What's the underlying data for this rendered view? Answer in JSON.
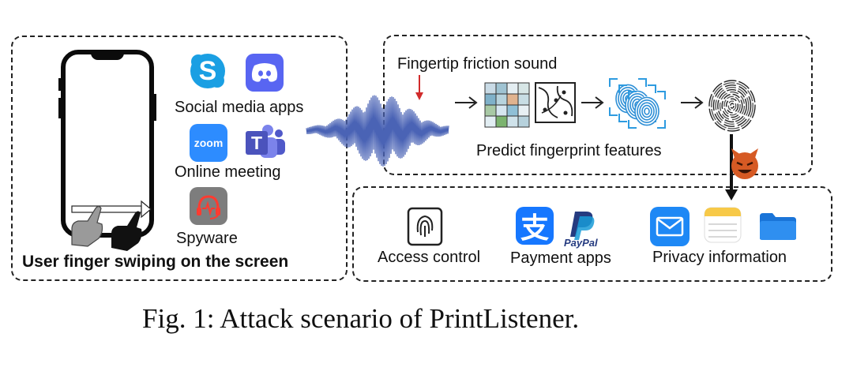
{
  "left_panel": {
    "social_label": "Social media apps",
    "meeting_label": "Online meeting",
    "spyware_label": "Spyware",
    "bottom_label": "User finger swiping on the screen",
    "icons": [
      "skype-icon",
      "discord-icon",
      "zoom-icon",
      "teams-icon",
      "spyware-icon"
    ],
    "zoom_text": "zoom",
    "skype_letter": "S",
    "teams_letter": "T"
  },
  "top_panel": {
    "sound_label": "Fingertip friction sound",
    "predict_label": "Predict fingerprint features"
  },
  "bottom_panel": {
    "access_label": "Access control",
    "payment_label": "Payment apps",
    "privacy_label": "Privacy information",
    "paypal_text": "PayPal",
    "alipay_glyph": "支"
  },
  "caption": "Fig. 1:  Attack scenario of PrintListener.",
  "colors": {
    "skype": "#1a9fe3",
    "discord": "#5865f2",
    "zoom": "#2d8cff",
    "teams": "#4b53bc",
    "alipay": "#1677ff",
    "mail": "#1e88f5",
    "files": "#2f8ff0",
    "attacker": "#d65a24",
    "sound_arrow": "#d12b2b"
  }
}
